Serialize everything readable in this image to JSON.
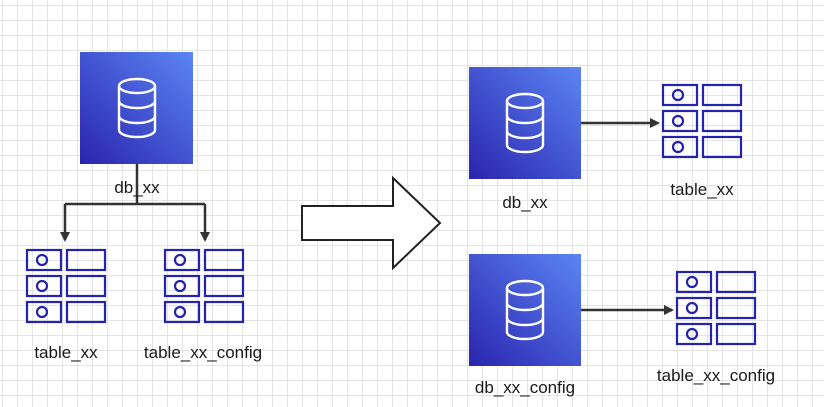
{
  "left": {
    "database": {
      "name": "db_xx",
      "icon": "database-icon"
    },
    "tables": [
      {
        "name": "table_xx",
        "icon": "table-icon"
      },
      {
        "name": "table_xx_config",
        "icon": "table-icon"
      }
    ]
  },
  "transform_arrow": {
    "icon": "arrow-right-outline-icon"
  },
  "right": {
    "rows": [
      {
        "database": "db_xx",
        "table": "table_xx"
      },
      {
        "database": "db_xx_config",
        "table": "table_xx_config"
      }
    ]
  },
  "colors": {
    "db_gradient_light": "#5b85f3",
    "db_gradient_dark": "#2a24ae",
    "table_stroke": "#2323b0",
    "connector": "#333333"
  }
}
